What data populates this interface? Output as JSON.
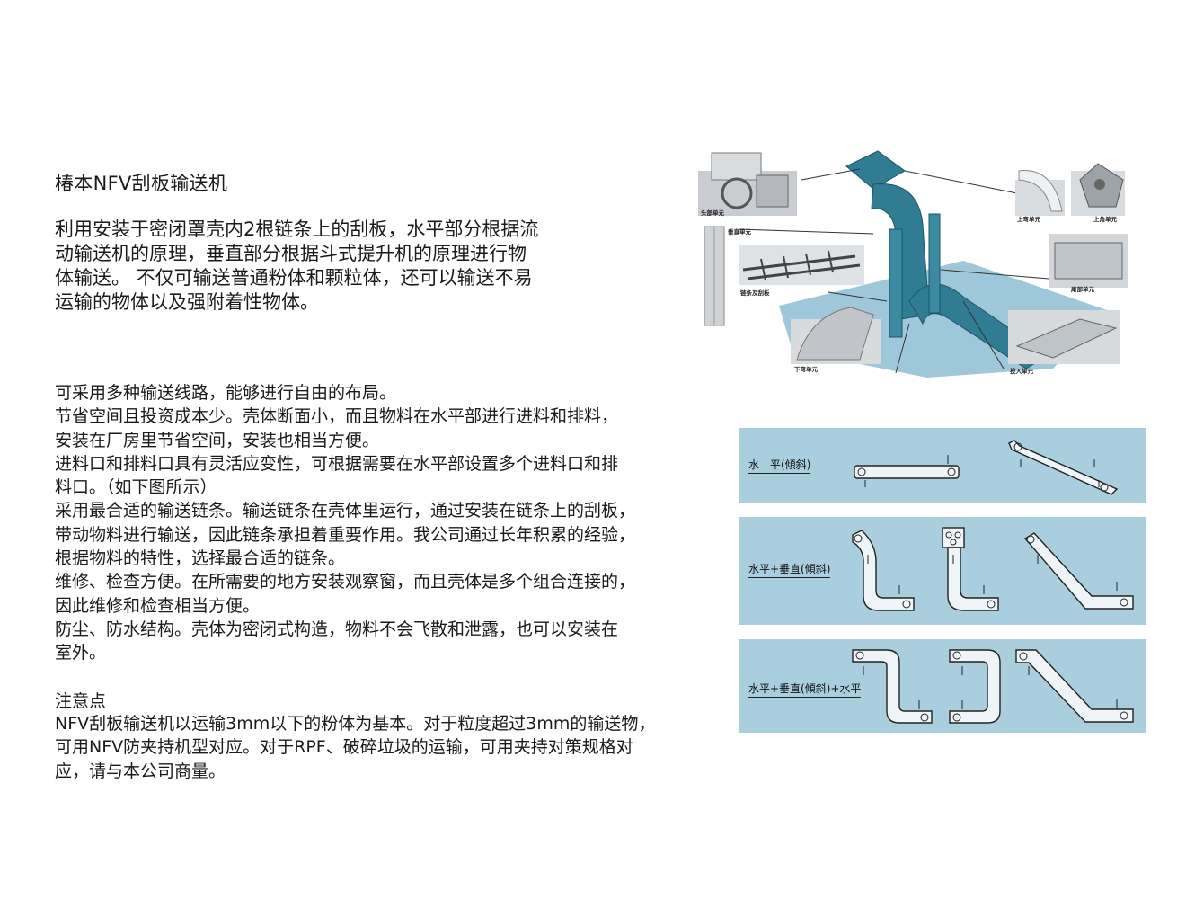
{
  "title": "椿本NFV刮板输送机",
  "intro": [
    "利用安装于密闭罩壳内2根链条上的刮板，水平部分根据流",
    "动输送机的原理，垂直部分根据斗式提升机的原理进行物",
    "体输送。 不仅可输送普通粉体和颗粒体，还可以输送不易",
    "运输的物体以及强附着性物体。"
  ],
  "features": [
    "可采用多种输送线路，能够进行自由的布局。",
    "节省空间且投资成本少。壳体断面小，而且物料在水平部进行进料和排料，",
    "安装在厂房里节省空间，安装也相当方便。",
    "进料口和排料口具有灵活应变性，可根据需要在水平部设置多个进料口和排",
    "料口。（如下图所示）",
    "采用最合适的输送链条。输送链条在壳体里运行，通过安装在链条上的刮板，",
    "带动物料进行输送，因此链条承担着重要作用。我公司通过长年积累的经验，",
    "根据物料的特性，选择最合适的链条。",
    "维修、检查方便。在所需要的地方安装观察窗，而且壳体是多个组合连接的，",
    "因此维修和检查相当方便。",
    "防尘、防水结构。壳体为密闭式构造，物料不会飞散和泄露，也可以安装在",
    "室外。"
  ],
  "notes_heading": "注意点",
  "notes": [
    "NFV刮板输送机以运输3mm以下的粉体为基本。对于粒度超过3mm的输送物，",
    "可用NFV防夹持机型对应。对于RPF、破碎垃圾的运输，可用夹持对策规格对",
    "应，请与本公司商量。"
  ],
  "figure": {
    "parts": {
      "head": "头部单元",
      "vertical": "垂直单元",
      "chain": "链条及刮板",
      "lower_bend": "下弯单元",
      "upper_bend": "上弯单元",
      "upper_corner": "上角单元",
      "tail": "尾部单元",
      "inlet": "投入单元"
    },
    "colors": {
      "casing": "#2f7c93",
      "floor": "#9ec8d9",
      "panel": "#a9cfdf"
    }
  },
  "routes": [
    {
      "label": "水　平(傾斜)"
    },
    {
      "label": "水平+垂直(傾斜)"
    },
    {
      "label": "水平+垂直(傾斜)+水平"
    }
  ]
}
